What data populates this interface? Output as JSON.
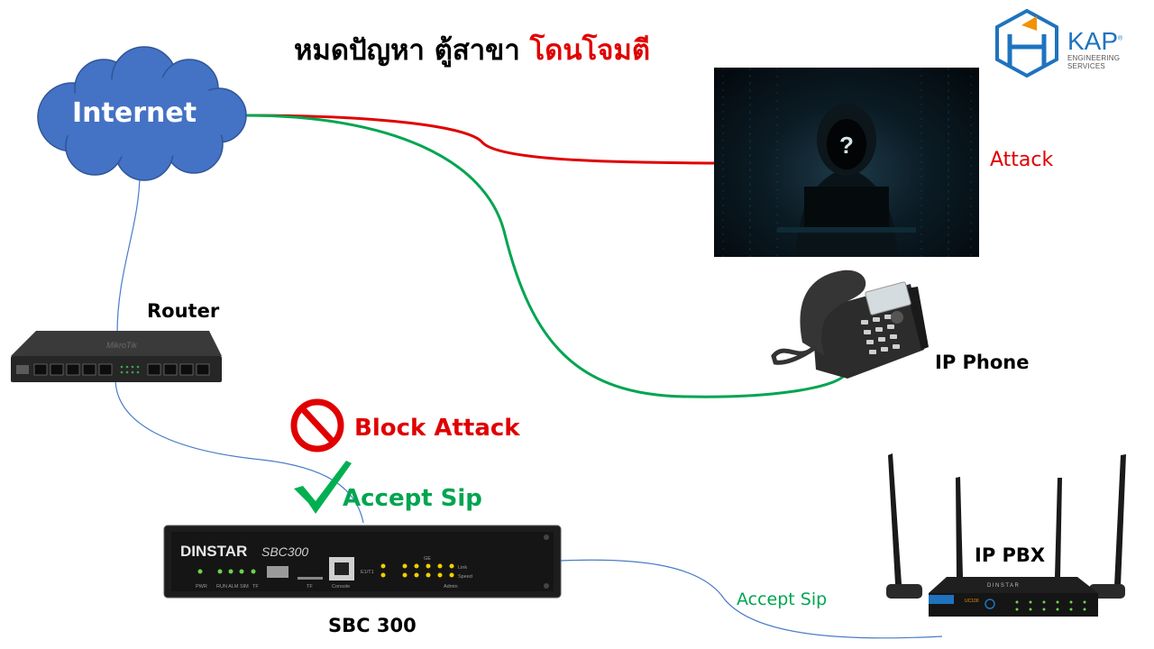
{
  "title": {
    "part1": "หมดปัญหา ตู้สาขา",
    "part2": "โดนโจมตี"
  },
  "logo": {
    "name": "KAP",
    "registered": "®",
    "subtitle": "ENGINEERING SERVICES"
  },
  "nodes": {
    "internet": "Internet",
    "router": "Router",
    "ip_phone": "IP Phone",
    "ip_pbx": "IP PBX",
    "sbc": "SBC 300"
  },
  "labels": {
    "attack": "Attack",
    "block_attack": "Block Attack",
    "accept_sip_main": "Accept Sip",
    "accept_sip_link": "Accept Sip"
  },
  "devices": {
    "router_brand": "MikroTik",
    "sbc_brand": "DINSTAR",
    "sbc_model": "SBC300",
    "sbc_port_labels": [
      "PWR",
      "RUN ALM SIM",
      "TF",
      "TF",
      "Console",
      "E1/T1",
      "GE",
      "Link",
      "Speed",
      "Admin"
    ],
    "pbx_brand": "DINSTAR",
    "pbx_model": "UC100"
  },
  "colors": {
    "cloud": "#4472c4",
    "attack_line": "#e00000",
    "accept_line": "#00a550",
    "link_line": "#4a7cc8",
    "block_icon": "#e00000",
    "check_icon": "#00b050",
    "kap_blue": "#1e73be",
    "kap_orange": "#f39200"
  }
}
